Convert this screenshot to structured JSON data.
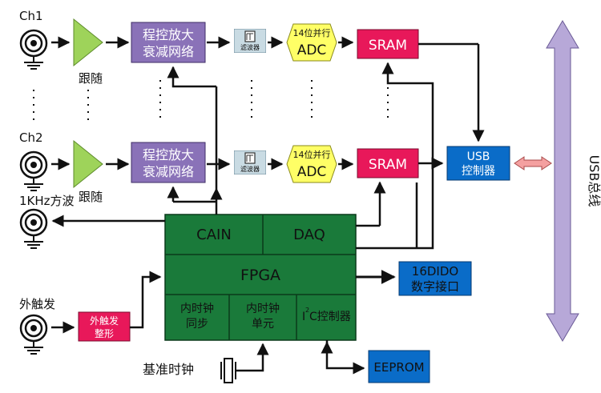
{
  "channels": {
    "ch1": "Ch1",
    "ch2": "Ch2",
    "follower": "跟随",
    "pga_line1": "程控放大",
    "pga_line2": "衰减网络",
    "filter": "滤波器",
    "adc_top": "14位并行",
    "adc_main": "ADC",
    "sram": "SRAM"
  },
  "left_ports": {
    "square_wave": "1KHz方波",
    "ext_trigger": "外触发",
    "shaper_line1": "外触发",
    "shaper_line2": "整形"
  },
  "fpga_block": {
    "cain": "CAIN",
    "daq": "DAQ",
    "fpga": "FPGA",
    "clock_sync_1": "内时钟",
    "clock_sync_2": "同步",
    "clock_unit_1": "内时钟",
    "clock_unit_2": "单元",
    "i2c_sup": "I",
    "i2c_2": "2",
    "i2c_ctrl": "C控制器"
  },
  "usb_ctrl": {
    "line1": "USB",
    "line2": "控制器"
  },
  "dido": {
    "line1": "16DIDO",
    "line2": "数字接口"
  },
  "eeprom": "EEPROM",
  "ref_clock": "基准时钟",
  "usb_bus": "USB总线",
  "colors": {
    "follower": "#9ed35a",
    "pga": "#8a72b8",
    "adc": "#ffff66",
    "sram": "#e8185a",
    "fpga": "#1a7a3a",
    "usb": "#0a6cc8",
    "bus": "#b7a8d8",
    "shaper": "#e8185a",
    "link": "#f4a0a0"
  }
}
